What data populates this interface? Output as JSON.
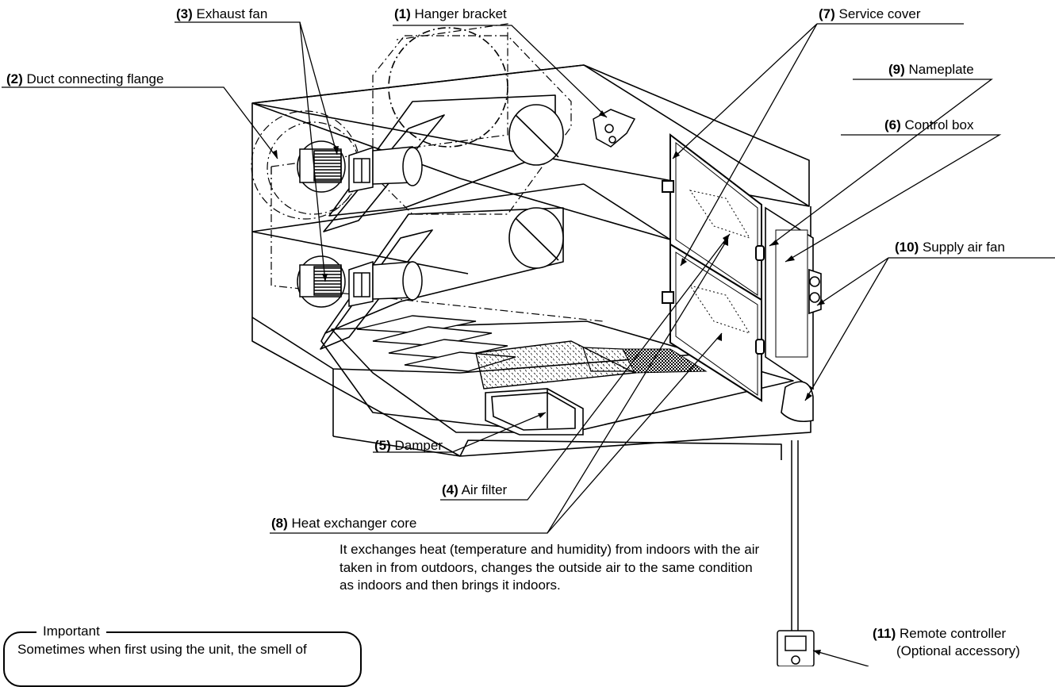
{
  "labels": {
    "hanger_bracket": {
      "num": "(1)",
      "text": "Hanger bracket"
    },
    "duct_flange": {
      "num": "(2)",
      "text": "Duct connecting flange"
    },
    "exhaust_fan": {
      "num": "(3)",
      "text": "Exhaust fan"
    },
    "air_filter": {
      "num": "(4)",
      "text": "Air filter"
    },
    "damper": {
      "num": "(5)",
      "text": "Damper"
    },
    "control_box": {
      "num": "(6)",
      "text": "Control box"
    },
    "service_cover": {
      "num": "(7)",
      "text": "Service cover"
    },
    "heat_exchanger_core": {
      "num": "(8)",
      "text": "Heat exchanger core"
    },
    "nameplate": {
      "num": "(9)",
      "text": "Nameplate"
    },
    "supply_air_fan": {
      "num": "(10)",
      "text": "Supply air fan"
    },
    "remote_controller": {
      "num": "(11)",
      "text": "Remote controller",
      "sub": "(Optional accessory)"
    }
  },
  "heat_exchanger_description": "It exchanges heat (temperature and humidity) from indoors with the air taken in from outdoors, changes the outside air to the same condition as indoors and then brings it indoors.",
  "important": {
    "title": "Important",
    "text": "Sometimes when first using the unit, the smell of"
  }
}
